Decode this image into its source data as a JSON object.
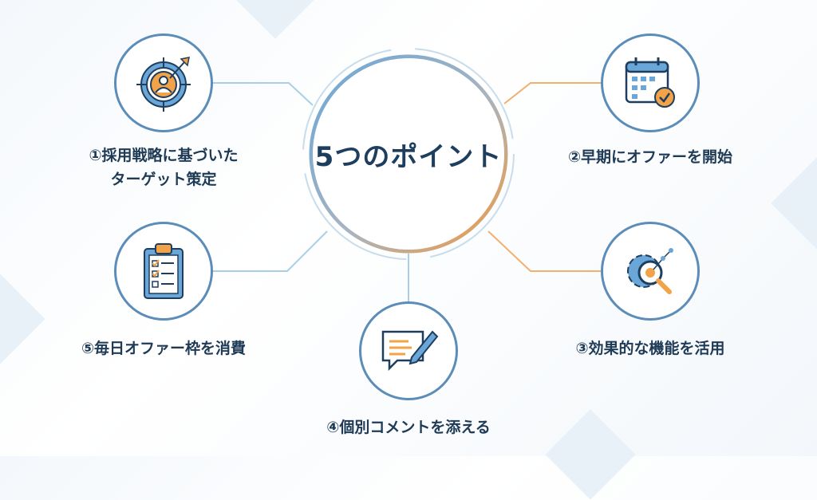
{
  "center": {
    "title": "5つのポイント"
  },
  "points": [
    {
      "label_line1": "①採用戦略に基づいた",
      "label_line2": "ターゲット策定",
      "icon": "target-person-icon"
    },
    {
      "label": "②早期にオファーを開始",
      "icon": "calendar-check-icon"
    },
    {
      "label": "③効果的な機能を活用",
      "icon": "gear-magnifier-icon"
    },
    {
      "label": "④個別コメントを添える",
      "icon": "comment-pen-icon"
    },
    {
      "label": "⑤毎日オファー枠を消費",
      "icon": "clipboard-checklist-icon"
    }
  ],
  "colors": {
    "blue": "#5b8db8",
    "orange": "#f0a050",
    "navy": "#1d3e5e"
  }
}
